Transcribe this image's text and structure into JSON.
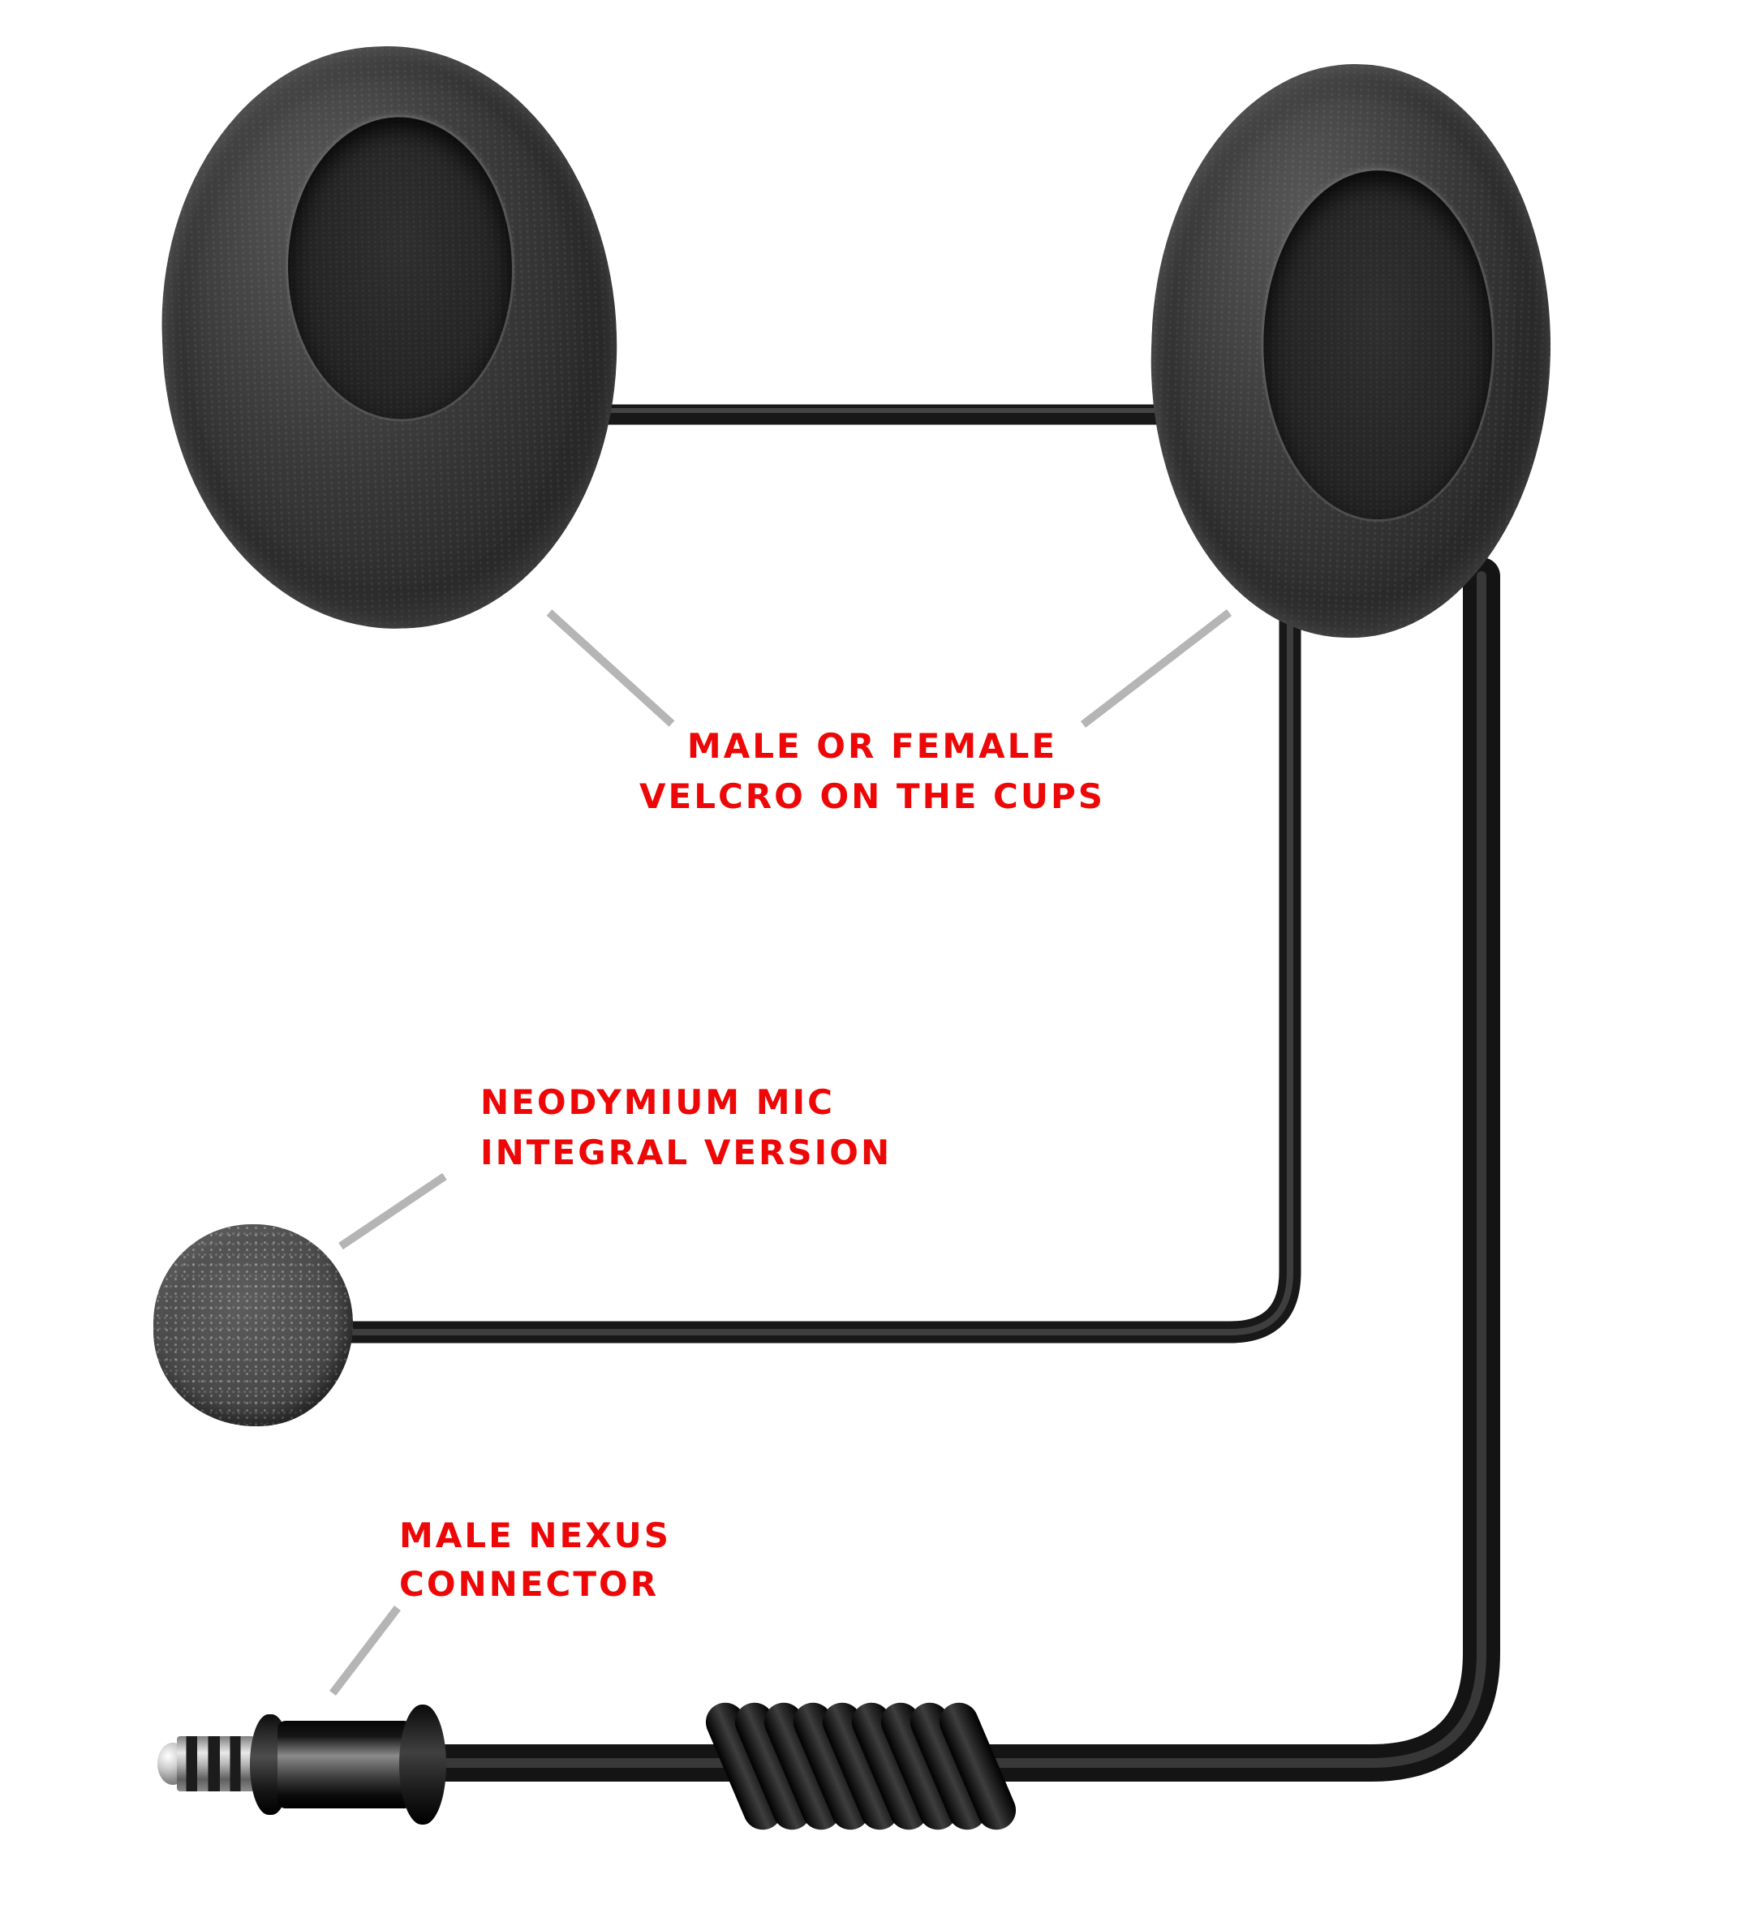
{
  "diagram": {
    "background_color": "#ffffff",
    "label_color": "#ee0707",
    "leader_line_color": "#b5b5b5",
    "cable_color": "#181818",
    "labels": {
      "cups": {
        "line1": "MALE OR FEMALE",
        "line2": "VELCRO ON THE CUPS"
      },
      "mic": {
        "line1": "NEODYMIUM MIC",
        "line2": "INTEGRAL VERSION"
      },
      "connector": {
        "line1": "MALE NEXUS",
        "line2": "CONNECTOR"
      }
    },
    "parts": [
      "left-ear-cup-speaker",
      "right-ear-cup-speaker",
      "microphone-foam",
      "coiled-strain-relief",
      "male-nexus-connector"
    ],
    "coil_turns": 9
  }
}
